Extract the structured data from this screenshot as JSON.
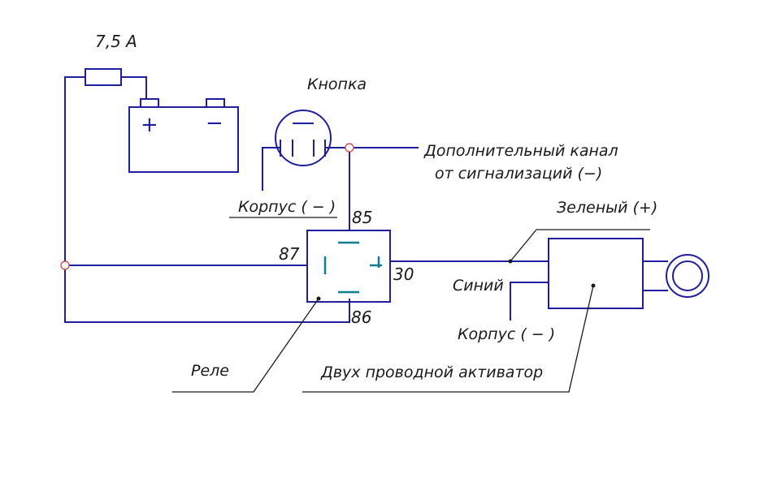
{
  "labels": {
    "fuse": "7,5 A",
    "button": "Кнопка",
    "extra_channel_line1": "Дополнительный канал",
    "extra_channel_line2": "от сигнализаций (−)",
    "ground_button": "Корпус ( − )",
    "pin85": "85",
    "pin87": "87",
    "pin30": "30",
    "pin86": "86",
    "green": "Зеленый (+)",
    "blue": "Синий",
    "ground_actuator": "Корпус ( − )",
    "relay": "Реле",
    "actuator": "Двух проводной активатор"
  },
  "battery": {
    "plus": "+",
    "minus": "−"
  },
  "colors": {
    "wire": "#1f1f9e",
    "pin": "#0f7f8f",
    "junction": "#d33b3b",
    "text": "#1a1a1a"
  }
}
